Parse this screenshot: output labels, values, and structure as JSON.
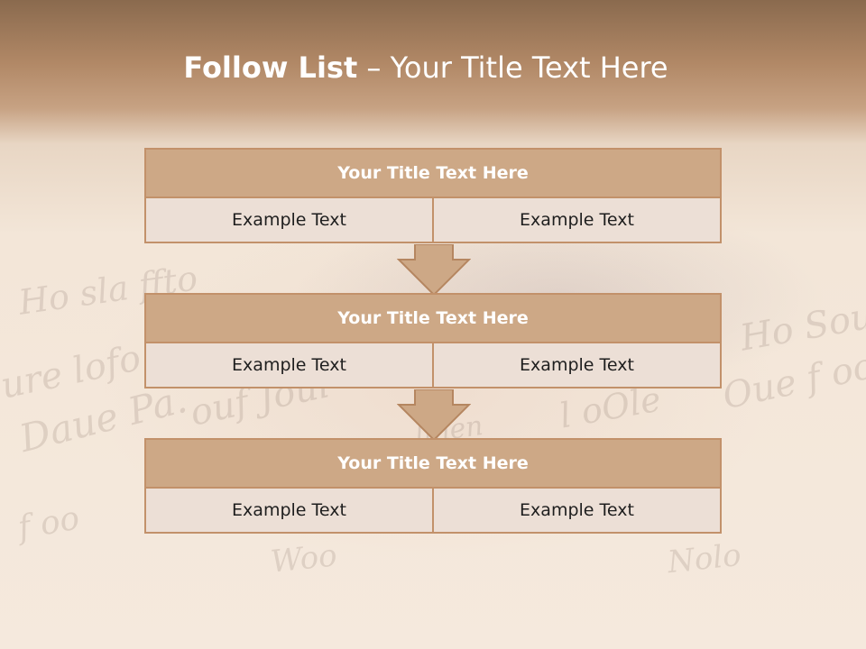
{
  "slide": {
    "title_bold": "Follow List",
    "title_rest": " – Your Title Text Here"
  },
  "colors": {
    "header_fill": "#cda886",
    "border": "#c2916a",
    "cell_fill": "#ecdfd6"
  },
  "steps": [
    {
      "title": "Your Title Text Here",
      "left": "Example Text",
      "right": "Example Text"
    },
    {
      "title": "Your Title Text Here",
      "left": "Example Text",
      "right": "Example Text"
    },
    {
      "title": "Your Title Text Here",
      "left": "Example Text",
      "right": "Example Text"
    }
  ]
}
